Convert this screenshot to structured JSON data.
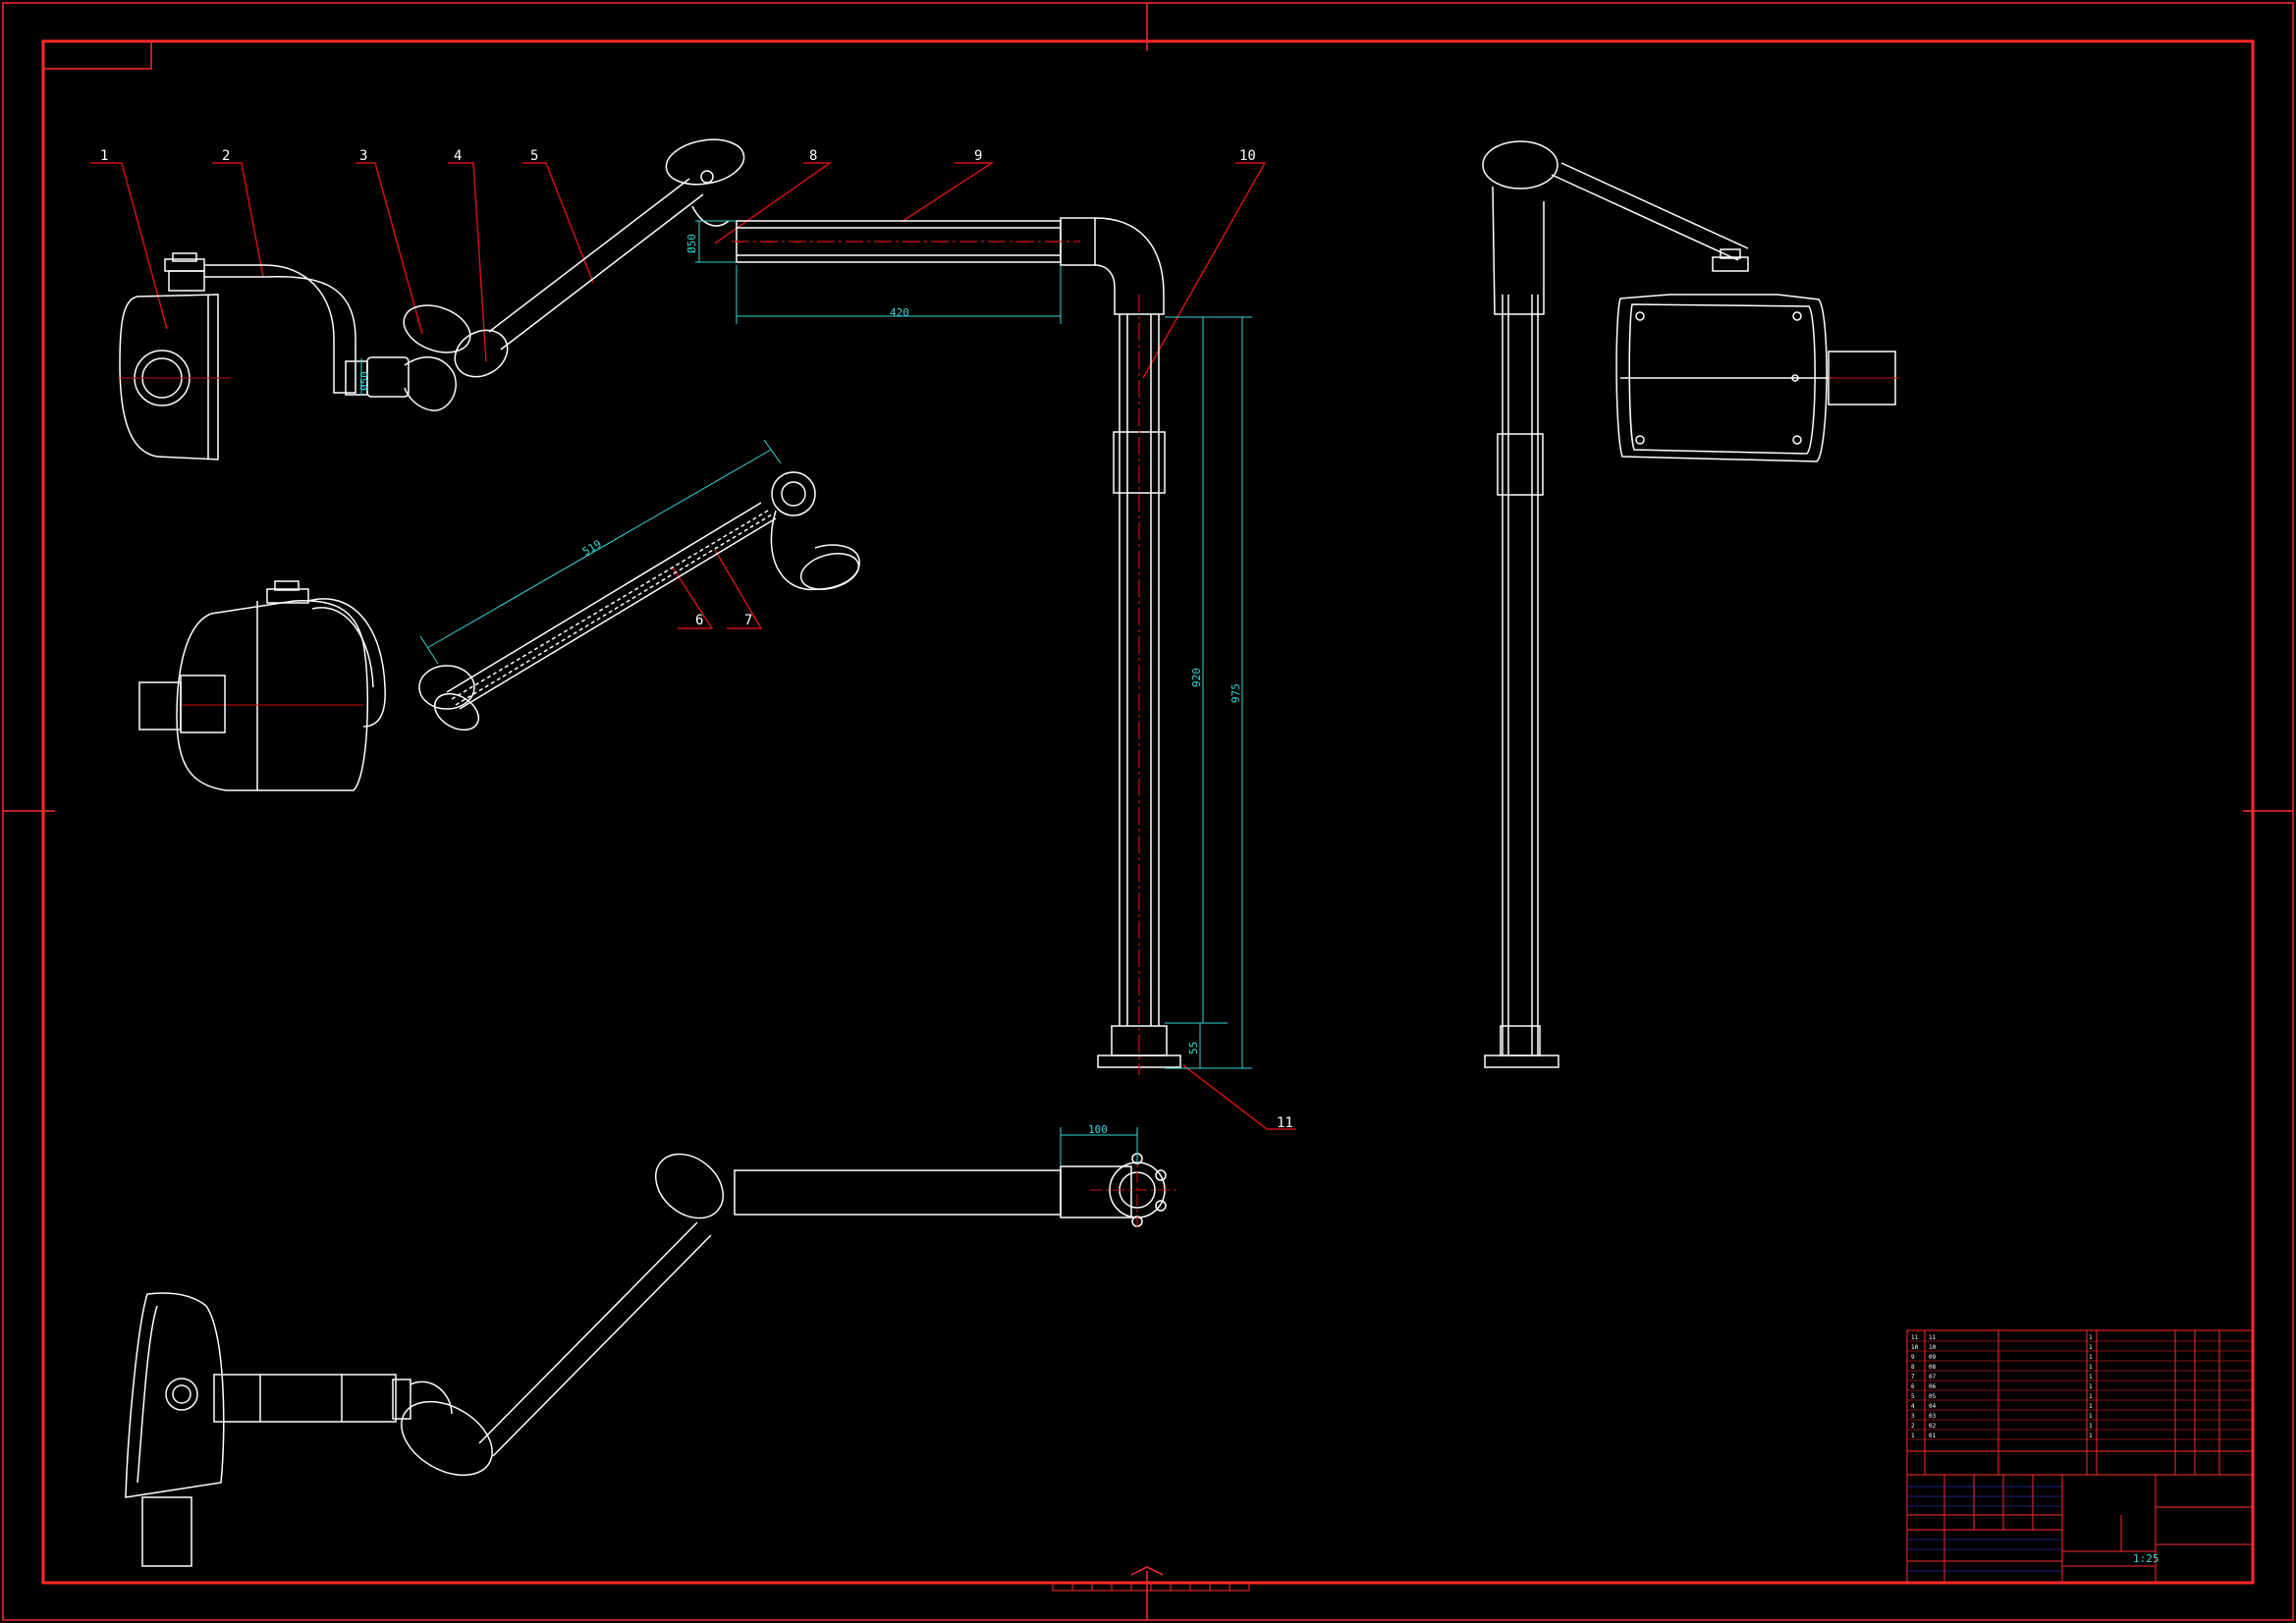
{
  "drawing": {
    "colors": {
      "background": "#000000",
      "frame": "#ff2a2a",
      "outline": "#ffffff",
      "dimension": "#3ad6d6",
      "centerline": "#d01010",
      "leader": "#d01010"
    },
    "part_labels": [
      "1",
      "2",
      "3",
      "4",
      "5",
      "6",
      "7",
      "8",
      "9",
      "10",
      "11"
    ],
    "dimensions": {
      "arm_diameter": "Ø50",
      "link_diameter": "Ø50",
      "horizontal_length": "420",
      "column_height_inner": "920",
      "column_height_total": "975",
      "base_height": "55",
      "diagonal_length": "519",
      "top_offset": "100"
    },
    "title_block": {
      "scale": "1:25",
      "bom_rows": [
        {
          "no": "11",
          "code": "11",
          "qty": "1"
        },
        {
          "no": "10",
          "code": "10",
          "qty": "1"
        },
        {
          "no": "9",
          "code": "09",
          "qty": "1"
        },
        {
          "no": "8",
          "code": "08",
          "qty": "1"
        },
        {
          "no": "7",
          "code": "07",
          "qty": "1"
        },
        {
          "no": "6",
          "code": "06",
          "qty": "1"
        },
        {
          "no": "5",
          "code": "05",
          "qty": "1"
        },
        {
          "no": "4",
          "code": "04",
          "qty": "1"
        },
        {
          "no": "3",
          "code": "03",
          "qty": "1"
        },
        {
          "no": "2",
          "code": "02",
          "qty": "1"
        },
        {
          "no": "1",
          "code": "01",
          "qty": "1"
        }
      ]
    }
  }
}
